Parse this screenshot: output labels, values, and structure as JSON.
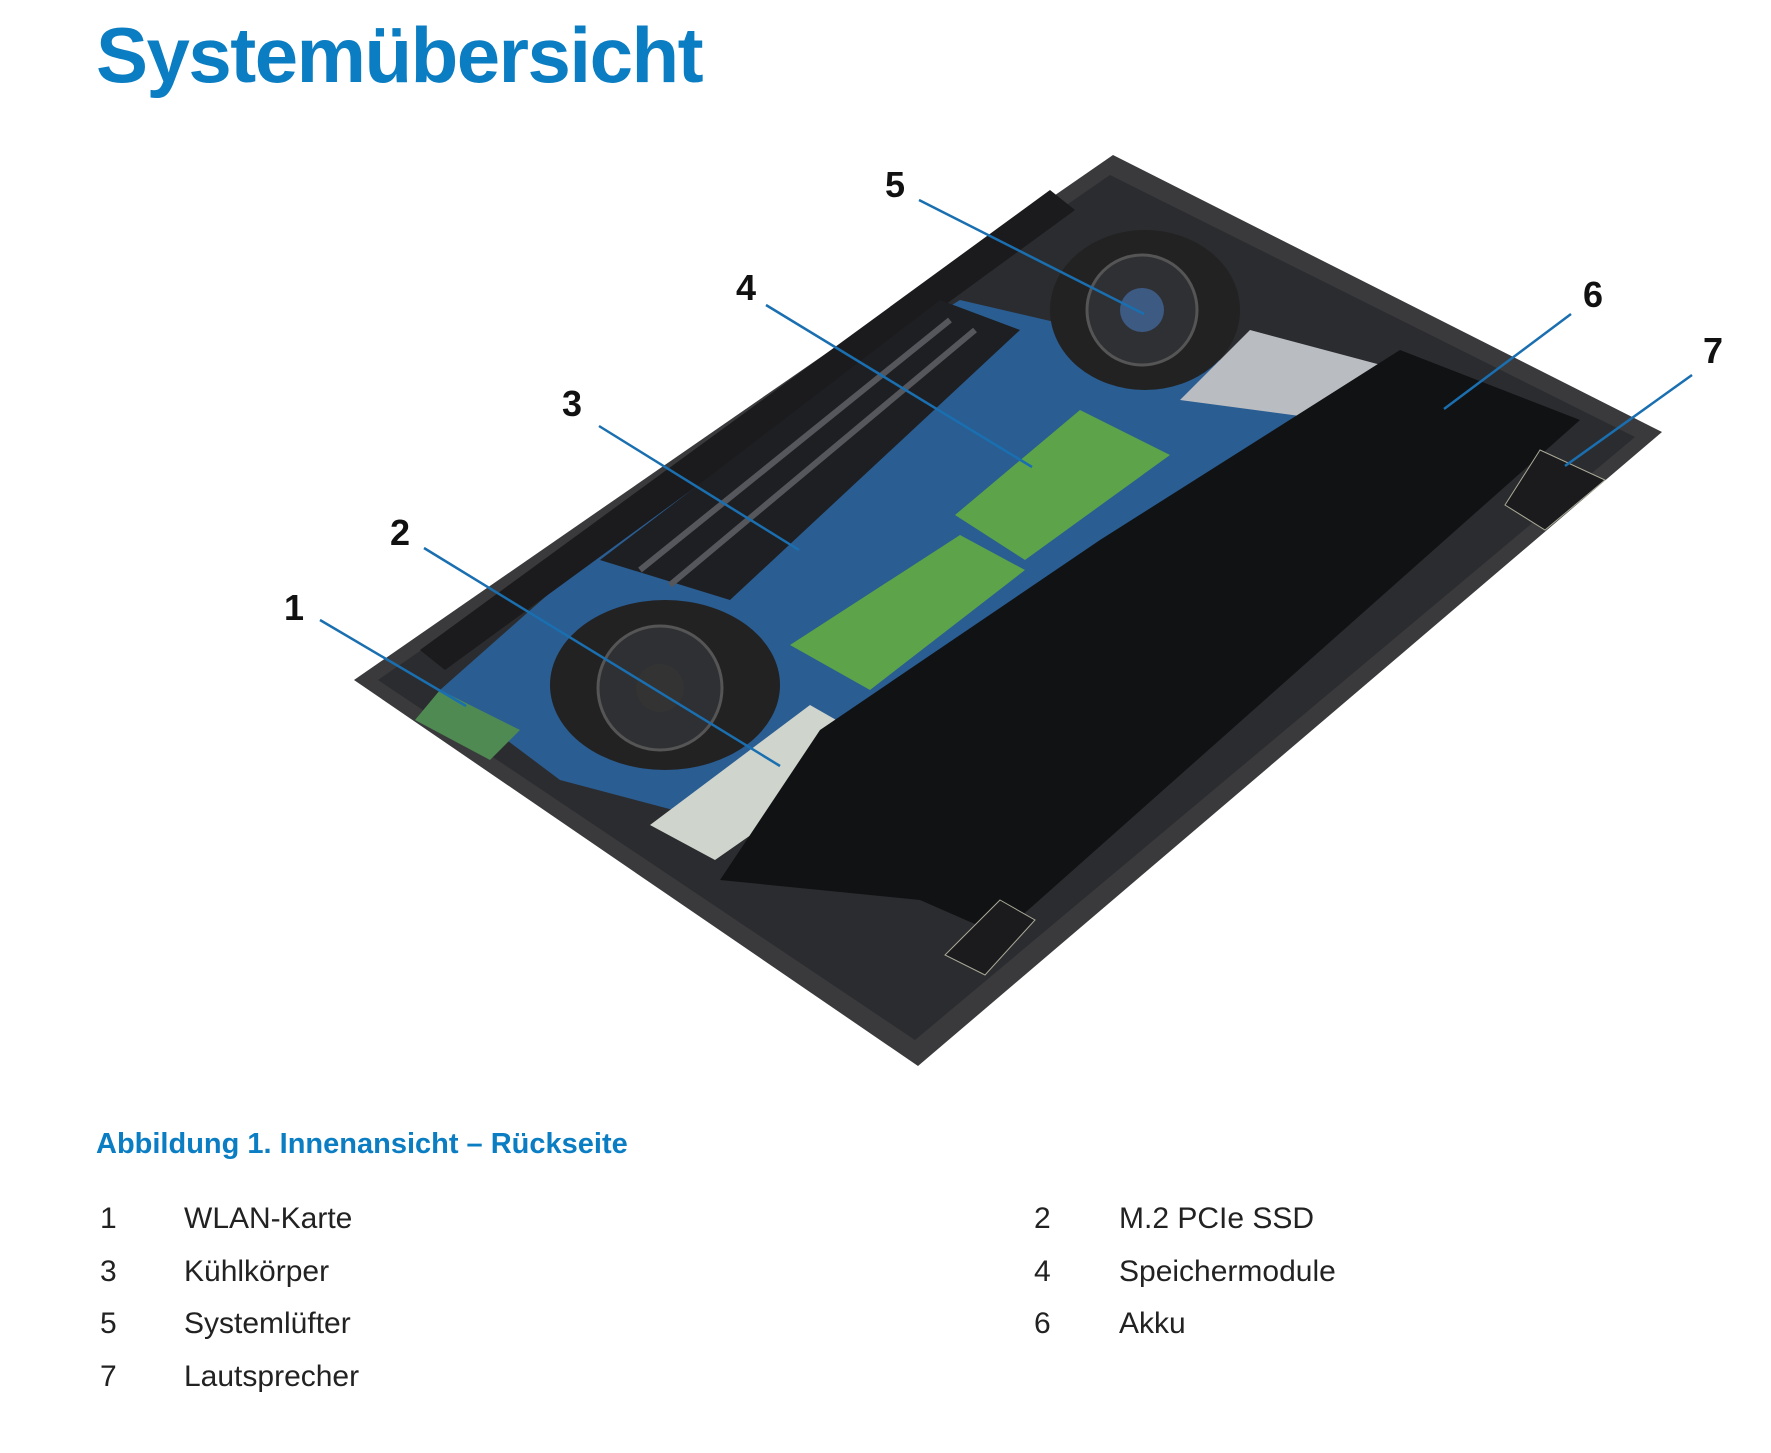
{
  "title": "Systemübersicht",
  "figure": {
    "callouts": [
      "1",
      "2",
      "3",
      "4",
      "5",
      "6",
      "7"
    ],
    "caption": "Abbildung 1. Innenansicht – Rückseite"
  },
  "legend": [
    {
      "num": "1",
      "label": "WLAN-Karte"
    },
    {
      "num": "2",
      "label": "M.2 PCIe SSD"
    },
    {
      "num": "3",
      "label": "Kühlkörper"
    },
    {
      "num": "4",
      "label": "Speichermodule"
    },
    {
      "num": "5",
      "label": "Systemlüfter"
    },
    {
      "num": "6",
      "label": "Akku"
    },
    {
      "num": "7",
      "label": "Lautsprecher"
    }
  ],
  "colors": {
    "accent": "#0b7dc2",
    "leader": "#1a6fb0"
  }
}
